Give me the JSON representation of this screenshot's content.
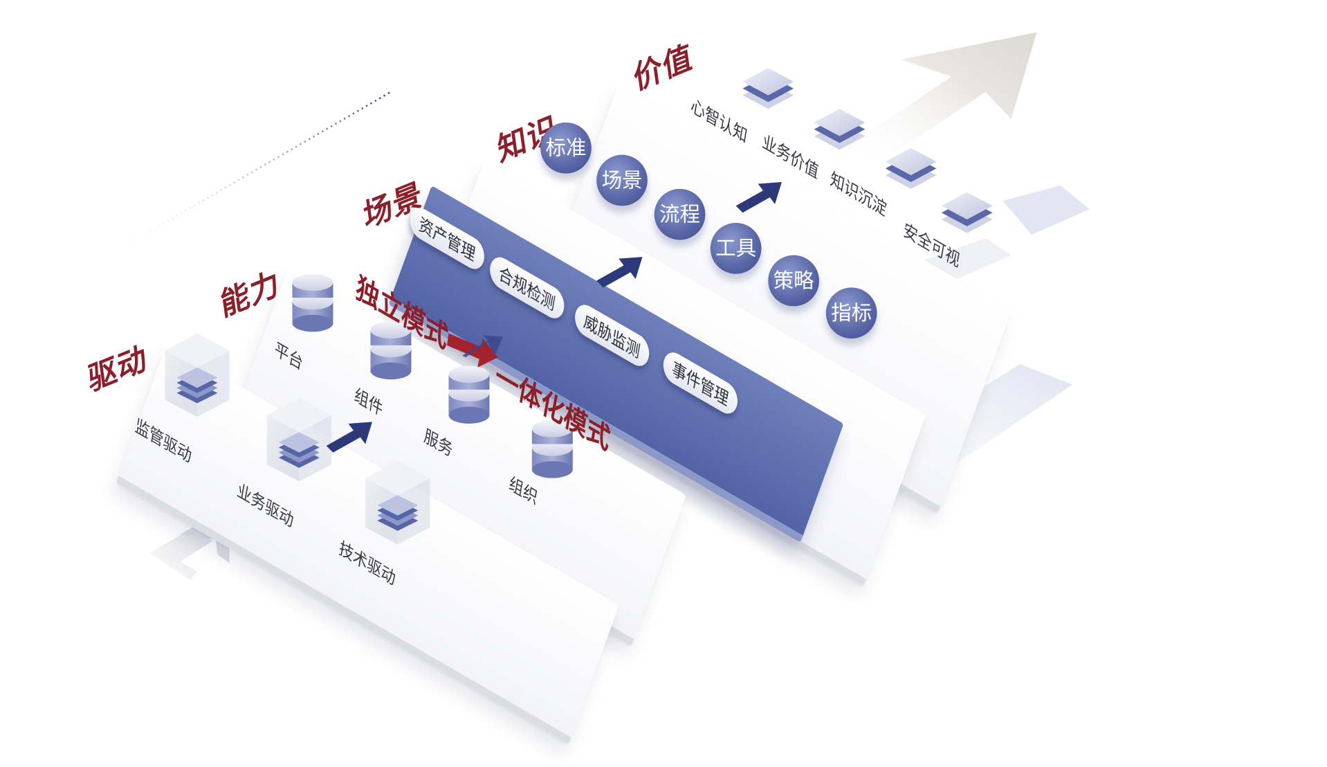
{
  "layers": {
    "drive": {
      "title": "驱动",
      "items": [
        "监管驱动",
        "业务驱动",
        "技术驱动"
      ]
    },
    "capability": {
      "title": "能力",
      "items": [
        "平台",
        "组件",
        "服务",
        "组织"
      ]
    },
    "scenario": {
      "title": "场景",
      "items": [
        "资产管理",
        "合规检测",
        "威胁监测",
        "事件管理"
      ]
    },
    "knowledge": {
      "title": "知识",
      "items": [
        "标准",
        "场景",
        "流程",
        "工具",
        "策略",
        "指标"
      ]
    },
    "value": {
      "title": "价值",
      "items": [
        "心智认知",
        "业务价值",
        "知识沉淀",
        "安全可视"
      ]
    }
  },
  "modes": {
    "independent": "独立模式",
    "integrated": "一体化模式"
  },
  "colors": {
    "title_red": "#8b1f2a",
    "platform_blue": "#5363a6",
    "arrow_navy": "#2d3a7a",
    "circle_blue": "#5b69a8"
  },
  "icons": {
    "drive": "glass-cube-stack-icon",
    "capability": "cylinder-stack-icon",
    "value": "layered-squares-icon"
  }
}
